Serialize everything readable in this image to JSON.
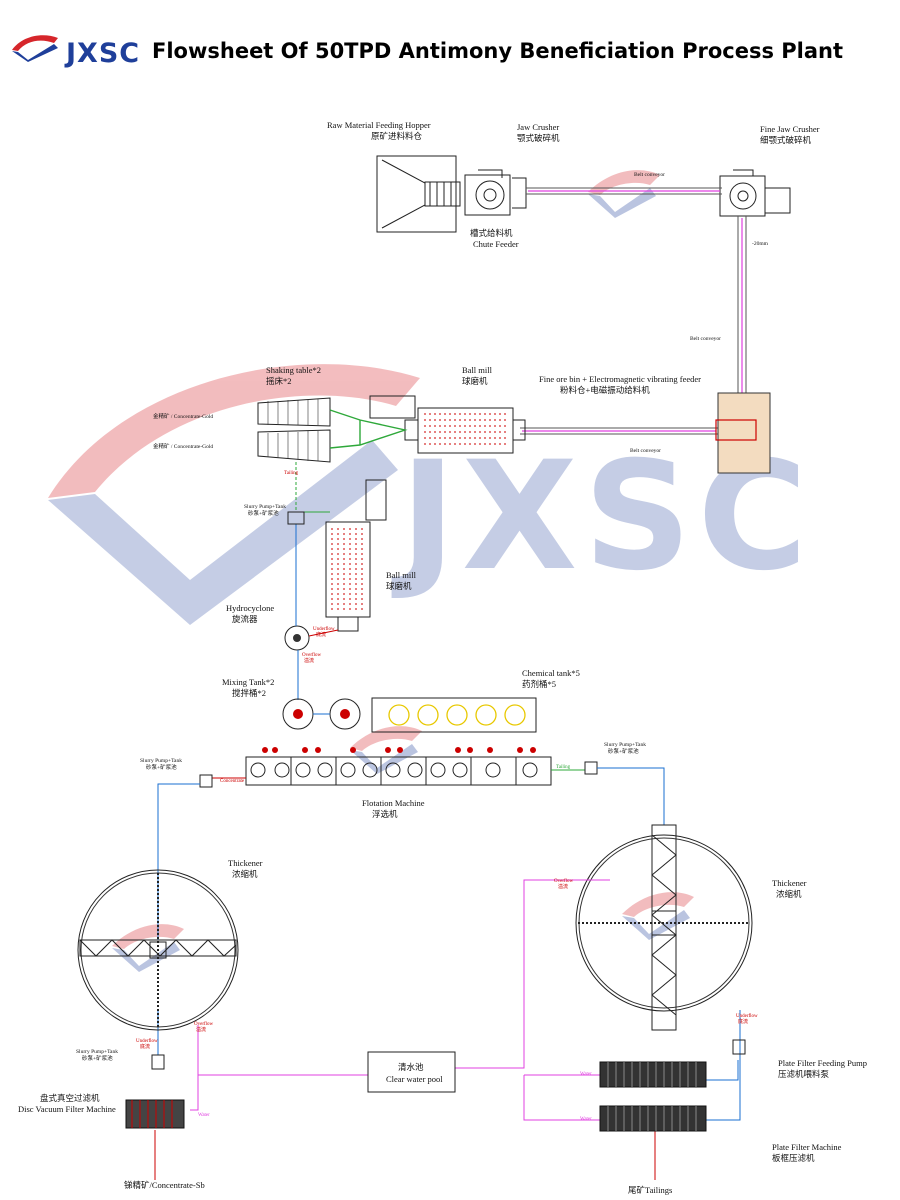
{
  "header": {
    "brand": "JXSC",
    "title": "Flowsheet Of 50TPD Antimony Beneficiation Process Plant"
  },
  "watermark": "JXSC",
  "colors": {
    "brand_blue": "#1f3f9a",
    "brand_red": "#d6262b",
    "slurry_line": "#1a6fd1",
    "water_line": "#e040e0",
    "tailing_line": "#2ea83a",
    "product_line": "#c00000"
  },
  "labels": {
    "hopper_en": "Raw Material Feeding Hopper",
    "hopper_cn": "原矿进料料仓",
    "jaw_en": "Jaw Crusher",
    "jaw_cn": "颚式破碎机",
    "fine_jaw_en": "Fine Jaw Crusher",
    "fine_jaw_cn": "细颚式破碎机",
    "belt1": "Belt conveyor",
    "chute_cn": "槽式给料机",
    "chute_en": "Chute Feeder",
    "minus20": "-20mm",
    "belt2": "Belt conveyor",
    "fine_bin_en": "Fine ore bin + Electromagnetic vibrating feeder",
    "fine_bin_cn": "粉料仓+电磁振动给料机",
    "belt3": "Belt conveyor",
    "shaking_en": "Shaking table*2",
    "shaking_cn": "摇床*2",
    "ballmill1_en": "Ball mill",
    "ballmill1_cn": "球磨机",
    "conc_gold1": "金精矿 / Concentrate-Gold",
    "conc_gold2": "金精矿 / Concentrate-Gold",
    "tailing1": "Tailing",
    "slurry_pump1": "Slurry Pump+Tank",
    "slurry_pump1_cn": "砂泵+矿浆池",
    "ballmill2_en": "Ball mill",
    "ballmill2_cn": "球磨机",
    "hydro_en": "Hydrocyclone",
    "hydro_cn": "旋流器",
    "underflow1": "Underflow",
    "underflow1_cn": "底流",
    "overflow1": "Overflow",
    "overflow1_cn": "溢流",
    "mixing_en": "Mixing Tank*2",
    "mixing_cn": "搅拌桶*2",
    "chem_en": "Chemical tank*5",
    "chem_cn": "药剂桶*5",
    "slurry_pump2": "Slurry Pump+Tank",
    "slurry_pump2_cn": "砂泵+矿浆池",
    "slurry_pump3": "Slurry Pump+Tank",
    "slurry_pump3_cn": "砂泵+矿浆池",
    "concentrate": "Concentrate",
    "tailing2": "Tailing",
    "flotation_en": "Flotation Machine",
    "flotation_cn": "浮选机",
    "thick1_en": "Thickener",
    "thick1_cn": "浓缩机",
    "thick2_en": "Thickener",
    "thick2_cn": "浓缩机",
    "overflow2": "Overflow",
    "overflow2_cn": "溢流",
    "underflow2": "Underflow",
    "underflow2_cn": "底流",
    "overflow3": "Overflow",
    "overflow3_cn": "溢流",
    "underflow3": "Underflow",
    "underflow3_cn": "底流",
    "slurry_pump4": "Slurry Pump+Tank",
    "slurry_pump4_cn": "砂泵+矿浆池",
    "clear_cn": "清水池",
    "clear_en": "Clear water pool",
    "disc_cn": "盘式真空过滤机",
    "disc_en": "Disc Vacuum Filter Machine",
    "water1": "Water",
    "water2": "Water",
    "water3": "Water",
    "plate_pump_en": "Plate Filter Feeding Pump",
    "plate_pump_cn": "压滤机喂料泵",
    "plate_filter_en": "Plate Filter Machine",
    "plate_filter_cn": "板框压滤机",
    "conc_sb": "锑精矿/Concentrate-Sb",
    "tailings": "尾矿Tailings"
  }
}
